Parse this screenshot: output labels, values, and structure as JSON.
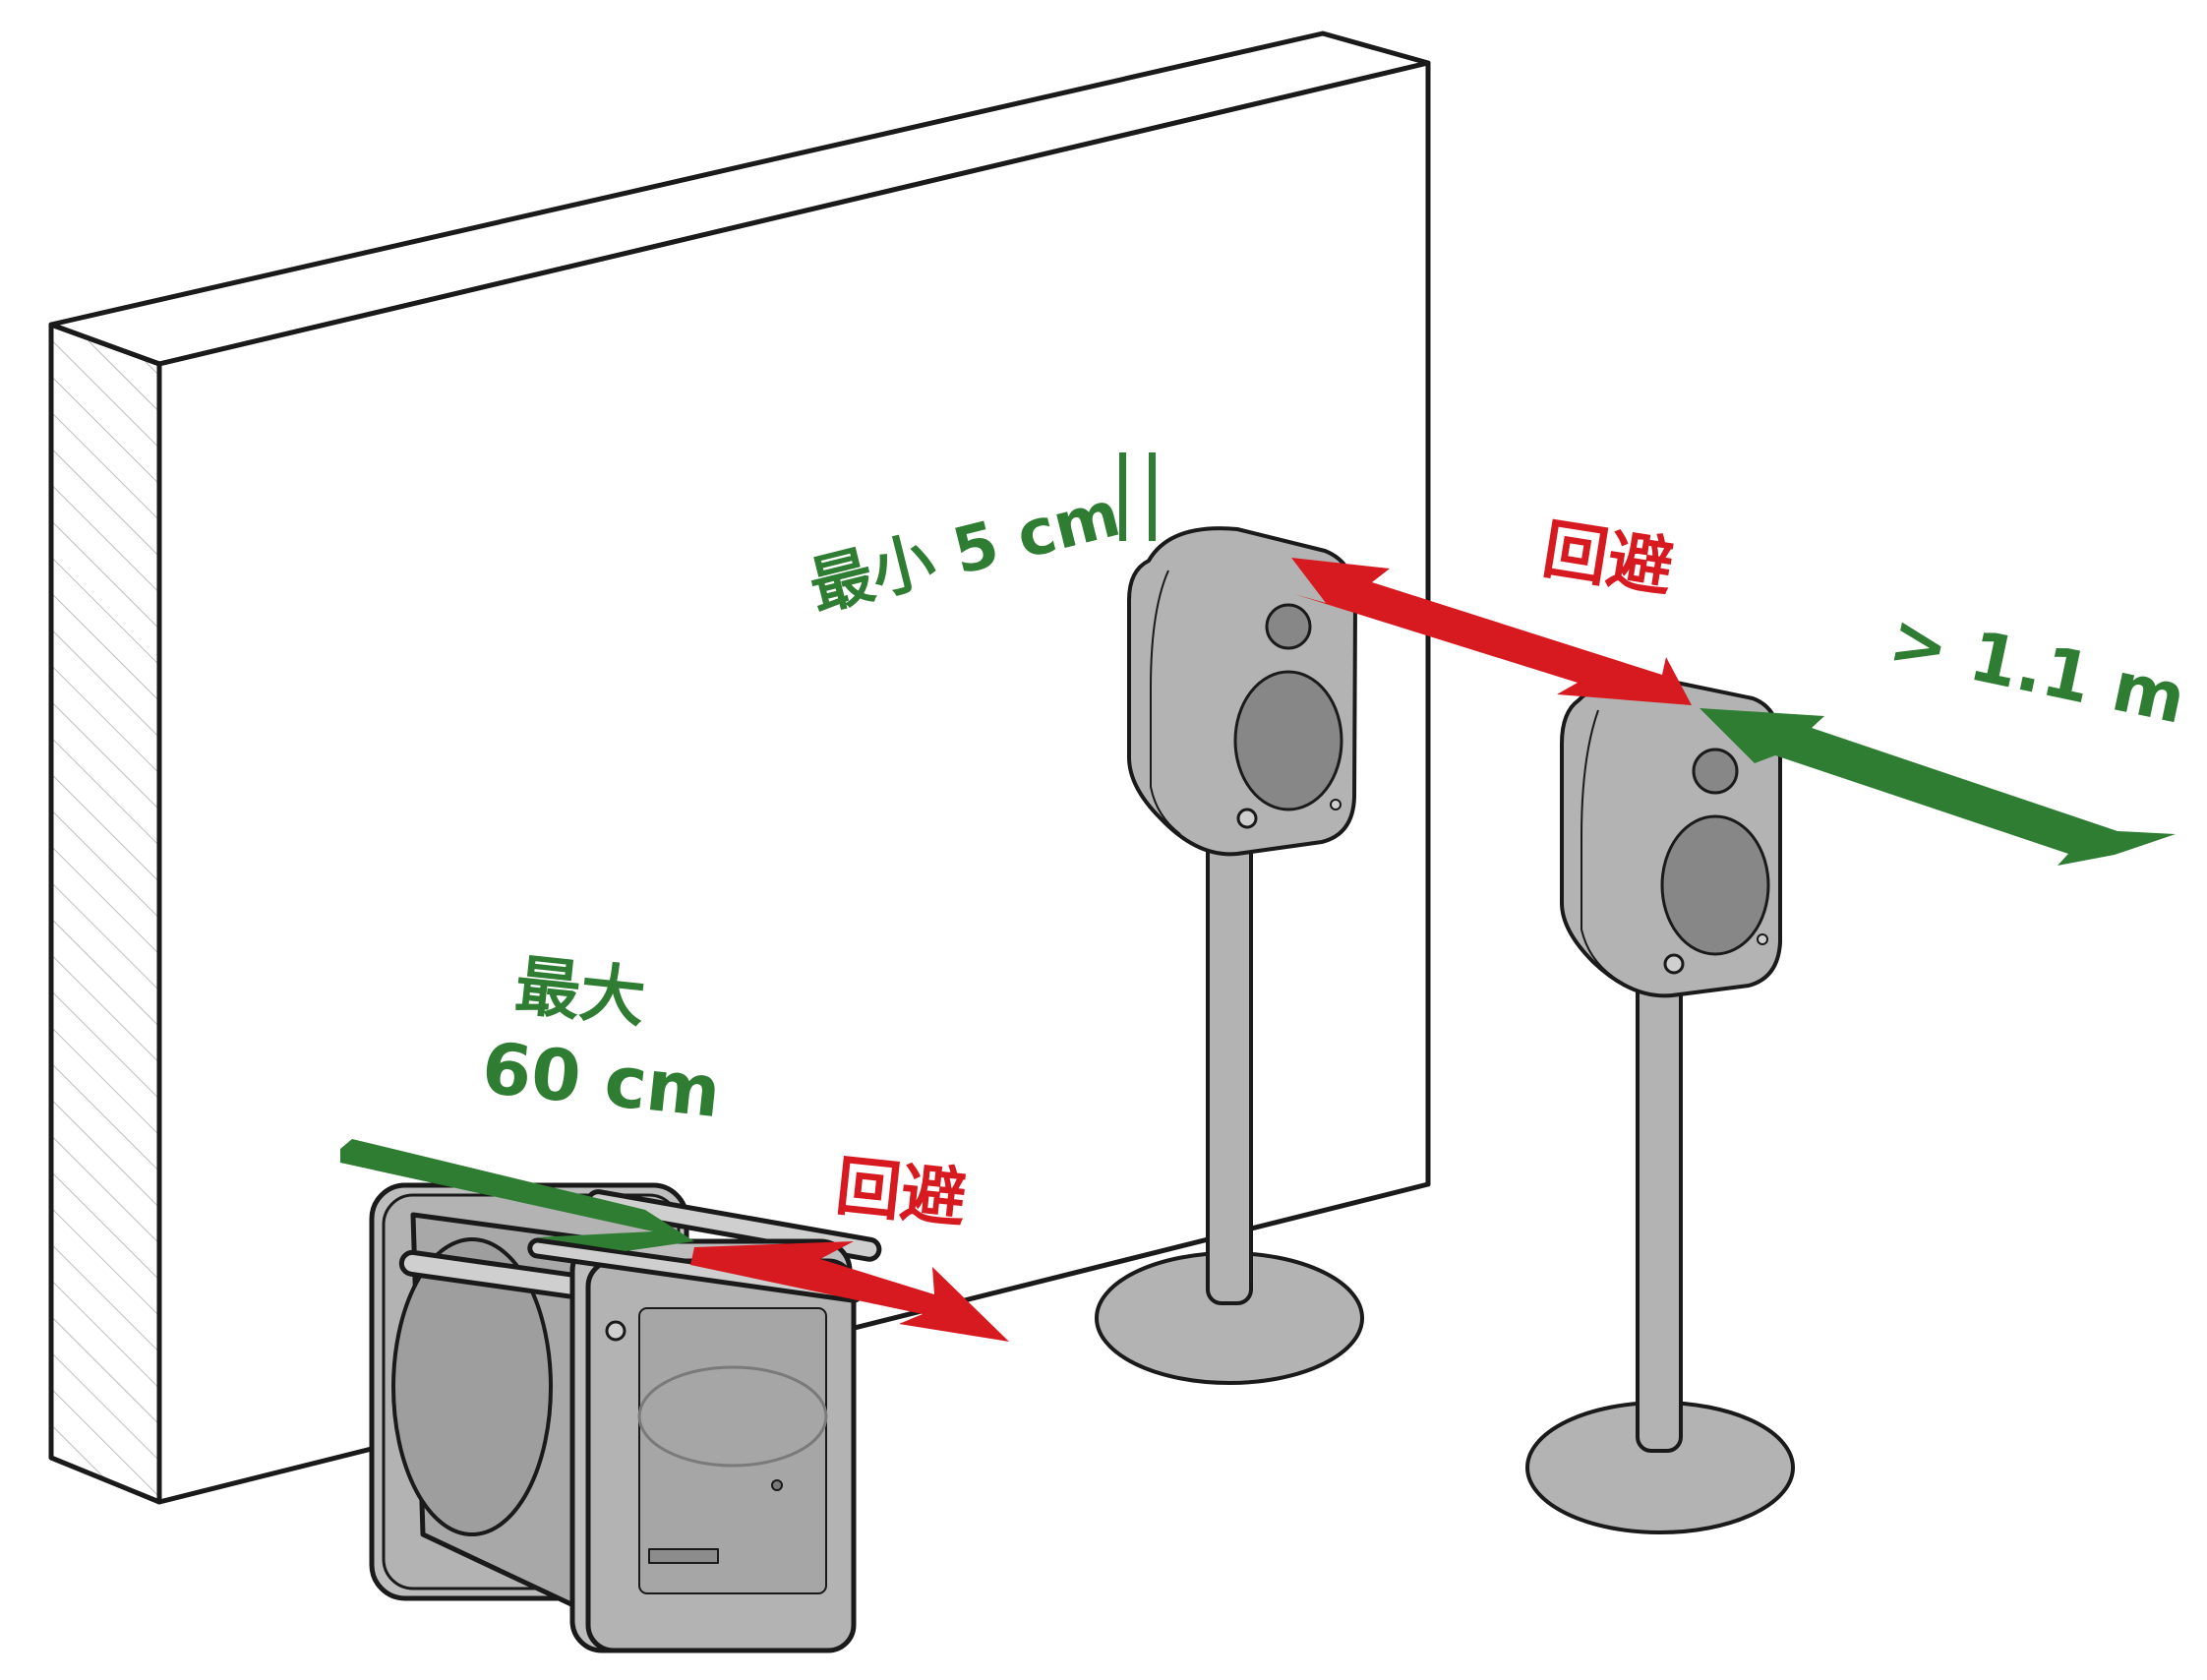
{
  "labels": {
    "min_distance": "最小 5 cm",
    "max_distance_line1": "最大",
    "max_distance_line2": "60 cm",
    "avoid_top": "回避",
    "avoid_bottom": "回避",
    "listening_distance": "> 1.1 m"
  },
  "colors": {
    "green": "#2e7d32",
    "red": "#d71920",
    "speaker_grey": "#b3b3b3",
    "driver_grey": "#878787",
    "outline": "#1a1a1a",
    "wall": "#ffffff"
  }
}
